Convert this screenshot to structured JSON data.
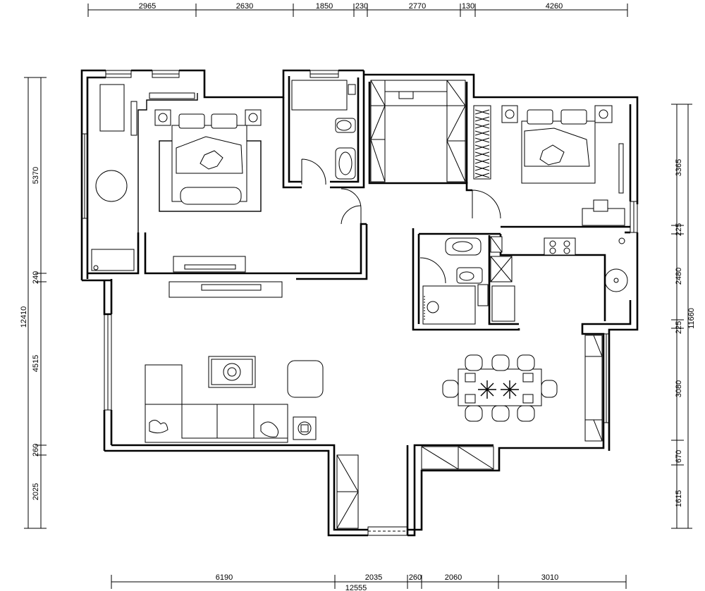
{
  "dimensions": {
    "top": [
      "2965",
      "2630",
      "1850",
      "230",
      "2770",
      "130",
      "4260"
    ],
    "bottom": [
      "6190",
      "2035",
      "260",
      "2060",
      "3010"
    ],
    "bottom_total": "12555",
    "left": [
      "5370",
      "240",
      "4515",
      "260",
      "2025"
    ],
    "left_total": "12410",
    "right": [
      "3365",
      "225",
      "2480",
      "225",
      "3080",
      "670",
      "1615"
    ],
    "right_total": "11660"
  }
}
